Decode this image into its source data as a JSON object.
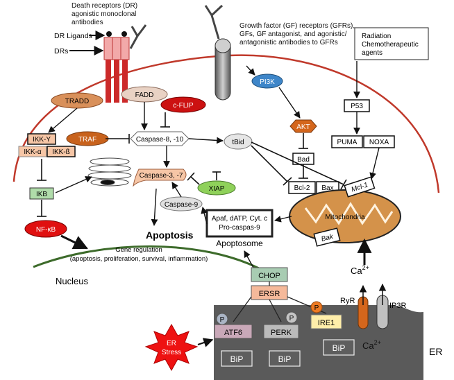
{
  "labels": {
    "dr_title": [
      "Death receptors (DR)",
      "agonistic monoclonal",
      "antibodies"
    ],
    "dr_ligands": "DR Ligands",
    "drs": "DRs",
    "gf_title": [
      "Growth factor (GF) receptors (GFRs),",
      "GFs, GF antagonist, and agonistic/",
      "antagonistic antibodies to GFRs"
    ],
    "radiation": [
      "Radiation",
      "Chemotherapeutic",
      "agents"
    ],
    "nucleus": "Nucleus",
    "apoptosis": "Apoptosis",
    "apoptosome": "Apoptosome",
    "gene_regulation": [
      "Gene regulation",
      "(apoptosis, proliferation, survival, inflammation)"
    ],
    "er": "ER",
    "er_stress": [
      "ER",
      "Stress"
    ],
    "ryr": "RyR",
    "ip3r": "IP3R",
    "ca_base": "Ca",
    "ca_sup": "2+",
    "p": "P"
  },
  "nodes": {
    "tradd": "TRADD",
    "fadd": "FADD",
    "cflip": "c-FLIP",
    "traf": "TRAF",
    "caspase810": "Caspase-8, -10",
    "ikky": "IKK-Y",
    "ikka": "IKK-α",
    "ikkb": "IKK-ß",
    "ikb": "IKB",
    "nfkb": "NF-κB",
    "caspase37": "Caspase-3, -7",
    "xiap": "XIAP",
    "caspase9": "Caspase-9",
    "apaf": [
      "Apaf, dATP, Cyt. c",
      "Pro-caspas-9"
    ],
    "tbid": "tBid",
    "pi3k": "PI3K",
    "akt": "AKT",
    "bad": "Bad",
    "bcl2": "Bcl-2",
    "bax": "Bax",
    "mcl1": "Mcl-1",
    "mitochondria": "Mitochondria",
    "bak": "Bak",
    "p53": "P53",
    "puma": "PUMA",
    "noxa": "NOXA",
    "chop": "CHOP",
    "ersr": "ERSR",
    "atf6": "ATF6",
    "perk": "PERK",
    "ire1": "IRE1",
    "bip": "BiP"
  },
  "colors": {
    "membrane": "#c0392b",
    "nucleus": "#3d6b2b",
    "er": "#5a5a5a",
    "tradd": "#d9905a",
    "cflip": "#cc1111",
    "traf": "#c8621c",
    "pi3k": "#3e86c9",
    "akt": "#d4661c",
    "xiap": "#8fd15a",
    "mito": "#d4924a",
    "chop": "#a8ccb2",
    "ersr": "#f5b99a",
    "ire1": "#ffeeaa",
    "ikb": "#b0dcaa",
    "receptor": "#cc2a2a",
    "star": "#ee1111"
  }
}
